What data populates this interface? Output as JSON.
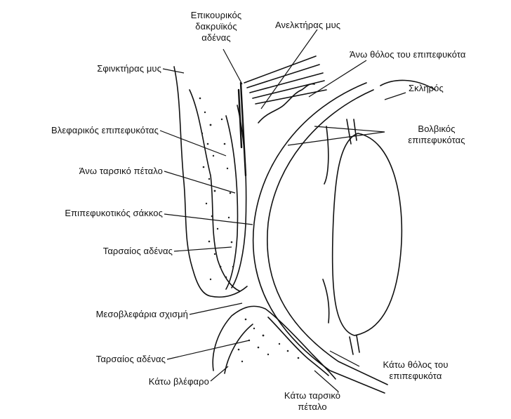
{
  "colors": {
    "ink": "#111111",
    "background": "#ffffff"
  },
  "labels": {
    "accessory_lacrimal_gland": [
      "Επικουρικός",
      "δακρυϊκός",
      "αδένας"
    ],
    "levator_muscle": "Ανελκτήρας μυς",
    "upper_fornix": "Άνω θόλος του επιπεφυκότα",
    "sphincter_muscle": "Σφινκτήρας μυς",
    "sclera": "Σκληρός",
    "palpebral_conjunctiva": "Βλεφαρικός επιπεφυκότας",
    "bulbar_conjunctiva": [
      "Βολβικός",
      "επιπεφυκότας"
    ],
    "upper_tarsal_plate": "Άνω ταρσικό πέταλο",
    "conjunctival_sac": "Επιπεφυκοτικός σάκκος",
    "tarsal_gland_upper": "Ταρσαίος αδένας",
    "intermarginal_sulcus": "Μεσοβλεφάρια σχισμή",
    "tarsal_gland_lower": "Ταρσαίος αδένας",
    "lower_fornix": [
      "Κάτω θόλος του",
      "επιπεφυκότα"
    ],
    "lower_eyelid": "Κάτω βλέφαρο",
    "lower_tarsal_plate": [
      "Κάτω ταρσικό",
      "πέταλο"
    ]
  }
}
